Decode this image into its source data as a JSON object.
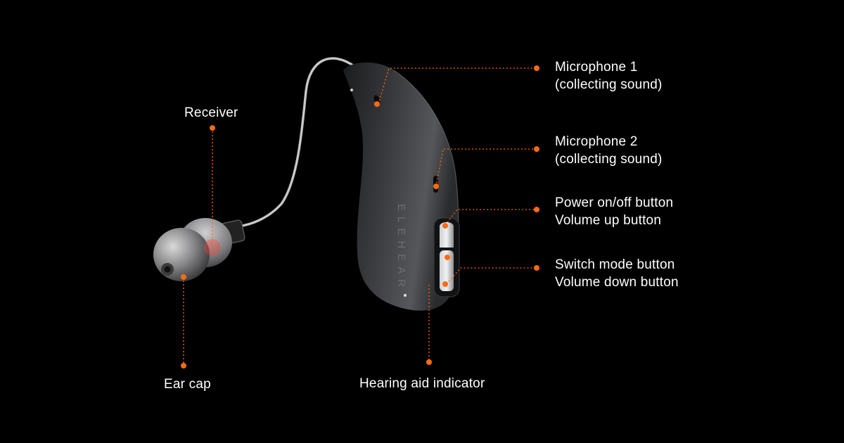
{
  "brand": "ELEHEAR",
  "accent_color": "#ff6a13",
  "labels": {
    "receiver": "Receiver",
    "ear_cap": "Ear cap",
    "microphone_1": {
      "line1": "Microphone 1",
      "line2": "(collecting sound)"
    },
    "microphone_2": {
      "line1": "Microphone 2",
      "line2": "(collecting sound)"
    },
    "power_button": {
      "line1": "Power on/off button",
      "line2": "Volume up button"
    },
    "switch_button": {
      "line1": "Switch mode button",
      "line2": "Volume down button"
    },
    "indicator": "Hearing aid indicator"
  }
}
